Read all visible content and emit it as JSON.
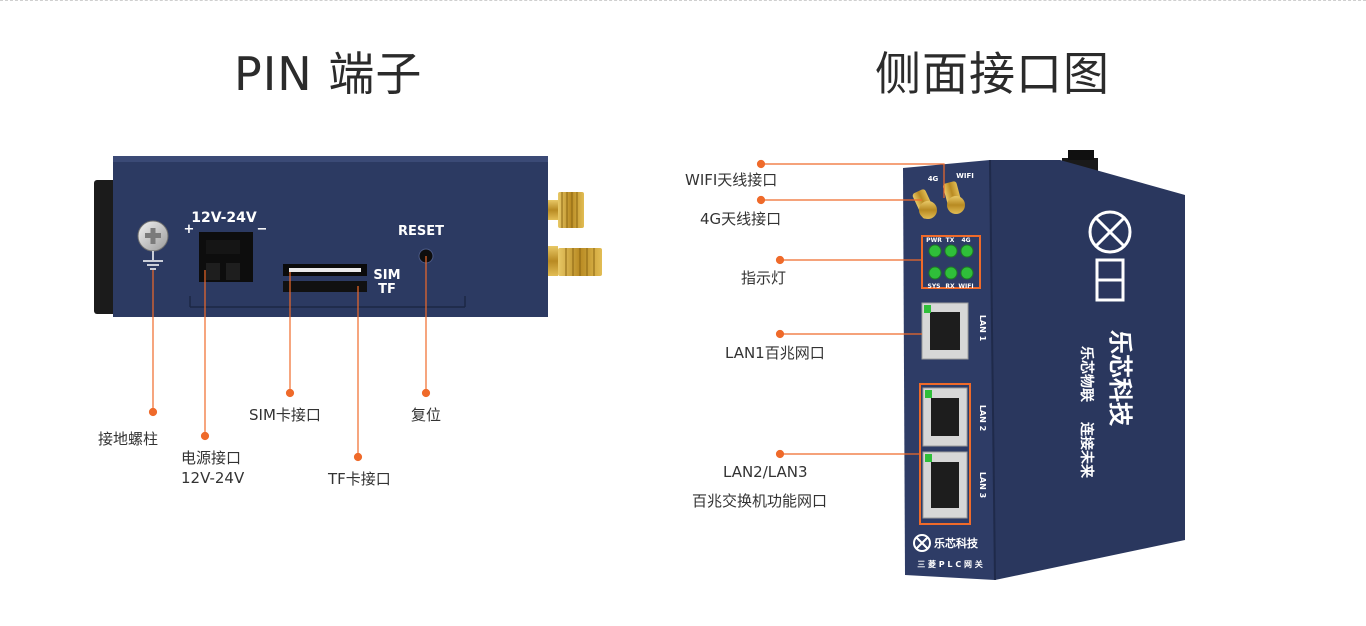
{
  "left_panel": {
    "title": "PIN 端子",
    "device": {
      "voltage_label": "12V-24V",
      "plus_sign": "+",
      "minus_sign": "−",
      "reset_label": "RESET",
      "sim_label": "SIM",
      "tf_label": "TF"
    },
    "callouts": {
      "ground": "接地螺柱",
      "power_line1": "电源接口",
      "power_line2": "12V-24V",
      "sim": "SIM卡接口",
      "tf": "TF卡接口",
      "reset": "复位"
    }
  },
  "right_panel": {
    "title": "侧面接口图",
    "device": {
      "ant_4g": "4G",
      "ant_wifi": "WIFI",
      "led_top": [
        "PWR",
        "TX",
        "4G"
      ],
      "led_bottom": [
        "SYS",
        "RX",
        "WIFI"
      ],
      "lan1": "LAN 1",
      "lan2": "LAN 2",
      "lan3": "LAN 3",
      "brand_small": "乐芯科技",
      "model": "三 菱 P L C 网 关",
      "brand_big": "乐芯科技",
      "slogan_a": "乐芯物联",
      "slogan_b": "连接未来"
    },
    "callouts": {
      "wifi_antenna": "WIFI天线接口",
      "antenna_4g": "4G天线接口",
      "indicator": "指示灯",
      "lan1": "LAN1百兆网口",
      "lan23_line1": "LAN2/LAN3",
      "lan23_line2": "百兆交换机功能网口"
    }
  },
  "colors": {
    "device_body": "#2c3a62",
    "accent_orange": "#ef6a2a",
    "led_green": "#2fbf3a",
    "gold": "#c9a134"
  }
}
